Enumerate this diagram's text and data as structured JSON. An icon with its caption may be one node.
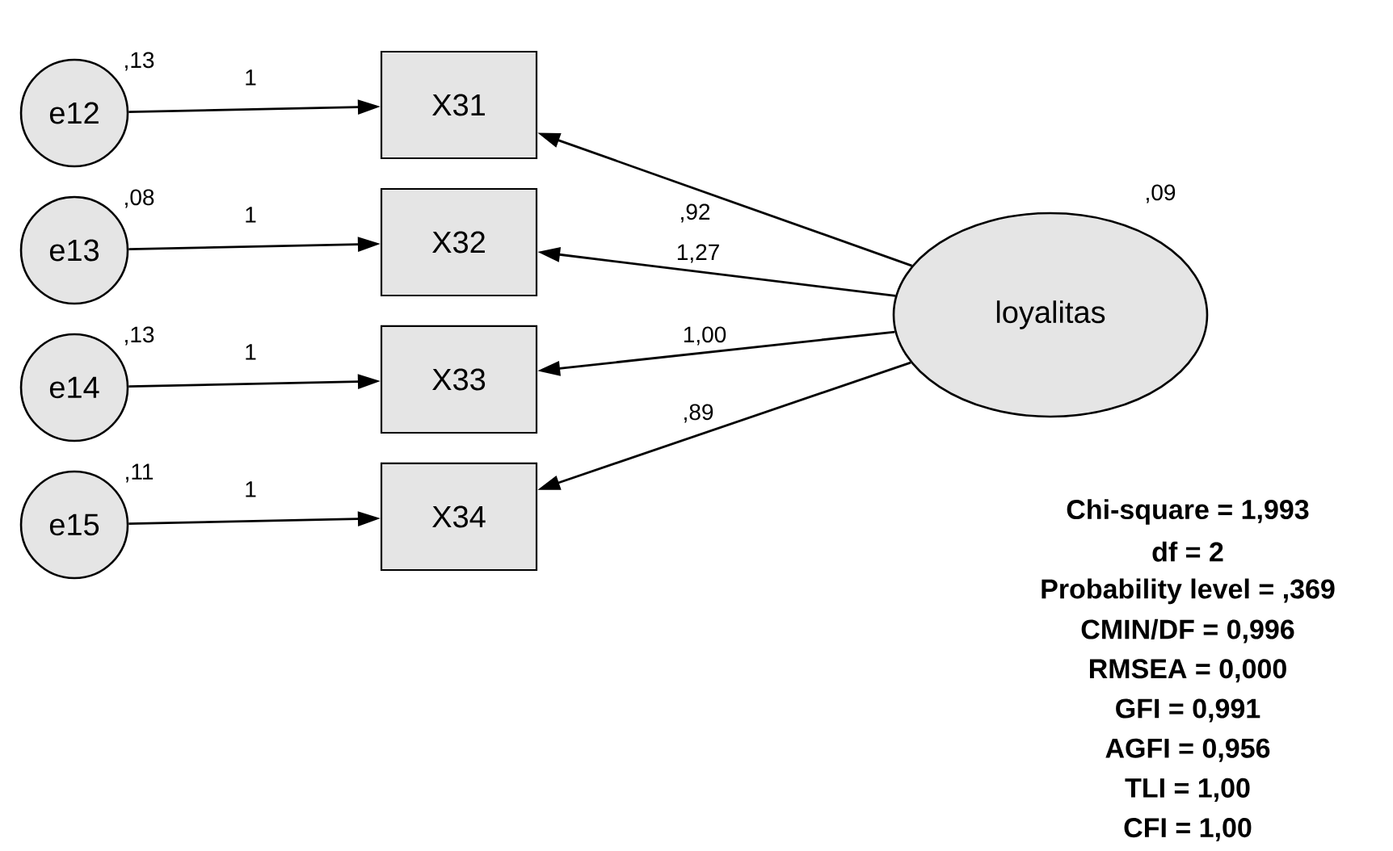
{
  "diagram": {
    "nodes": [
      {
        "text": [
          "e12"
        ],
        "beside": [
          ",13"
        ]
      },
      {
        "text": [
          "e13"
        ],
        "beside": [
          ",08"
        ]
      },
      {
        "text": [
          "e14"
        ],
        "beside": [
          ",13"
        ]
      },
      {
        "text": [
          "e15"
        ],
        "beside": [
          ",11"
        ]
      },
      {
        "text": [
          "X31"
        ]
      },
      {
        "text": [
          "X32"
        ]
      },
      {
        "text": [
          "X33"
        ]
      },
      {
        "text": [
          "X34"
        ]
      },
      {
        "text": [
          "loyalitas"
        ],
        "beside": [
          ",09"
        ]
      }
    ],
    "edges": [
      {
        "from": 0,
        "to": 4,
        "arrow": "to",
        "label": "1"
      },
      {
        "from": 1,
        "to": 5,
        "arrow": "to",
        "label": "1"
      },
      {
        "from": 2,
        "to": 6,
        "arrow": "to",
        "label": "1"
      },
      {
        "from": 3,
        "to": 7,
        "arrow": "to",
        "label": "1"
      },
      {
        "from": 8,
        "to": 4,
        "arrow": "to",
        "label": ",92"
      },
      {
        "from": 8,
        "to": 5,
        "arrow": "to",
        "label": "1,27"
      },
      {
        "from": 8,
        "to": 6,
        "arrow": "to",
        "label": "1,00"
      },
      {
        "from": 8,
        "to": 7,
        "arrow": "to",
        "label": ",89"
      }
    ],
    "labels": [
      "Chi-square = 1,993",
      "df = 2",
      "Probability level = ,369",
      "CMIN/DF = 0,996",
      "RMSEA = 0,000",
      "GFI = 0,991",
      "AGFI = 0,956",
      "TLI = 1,00",
      "CFI = 1,00"
    ]
  }
}
